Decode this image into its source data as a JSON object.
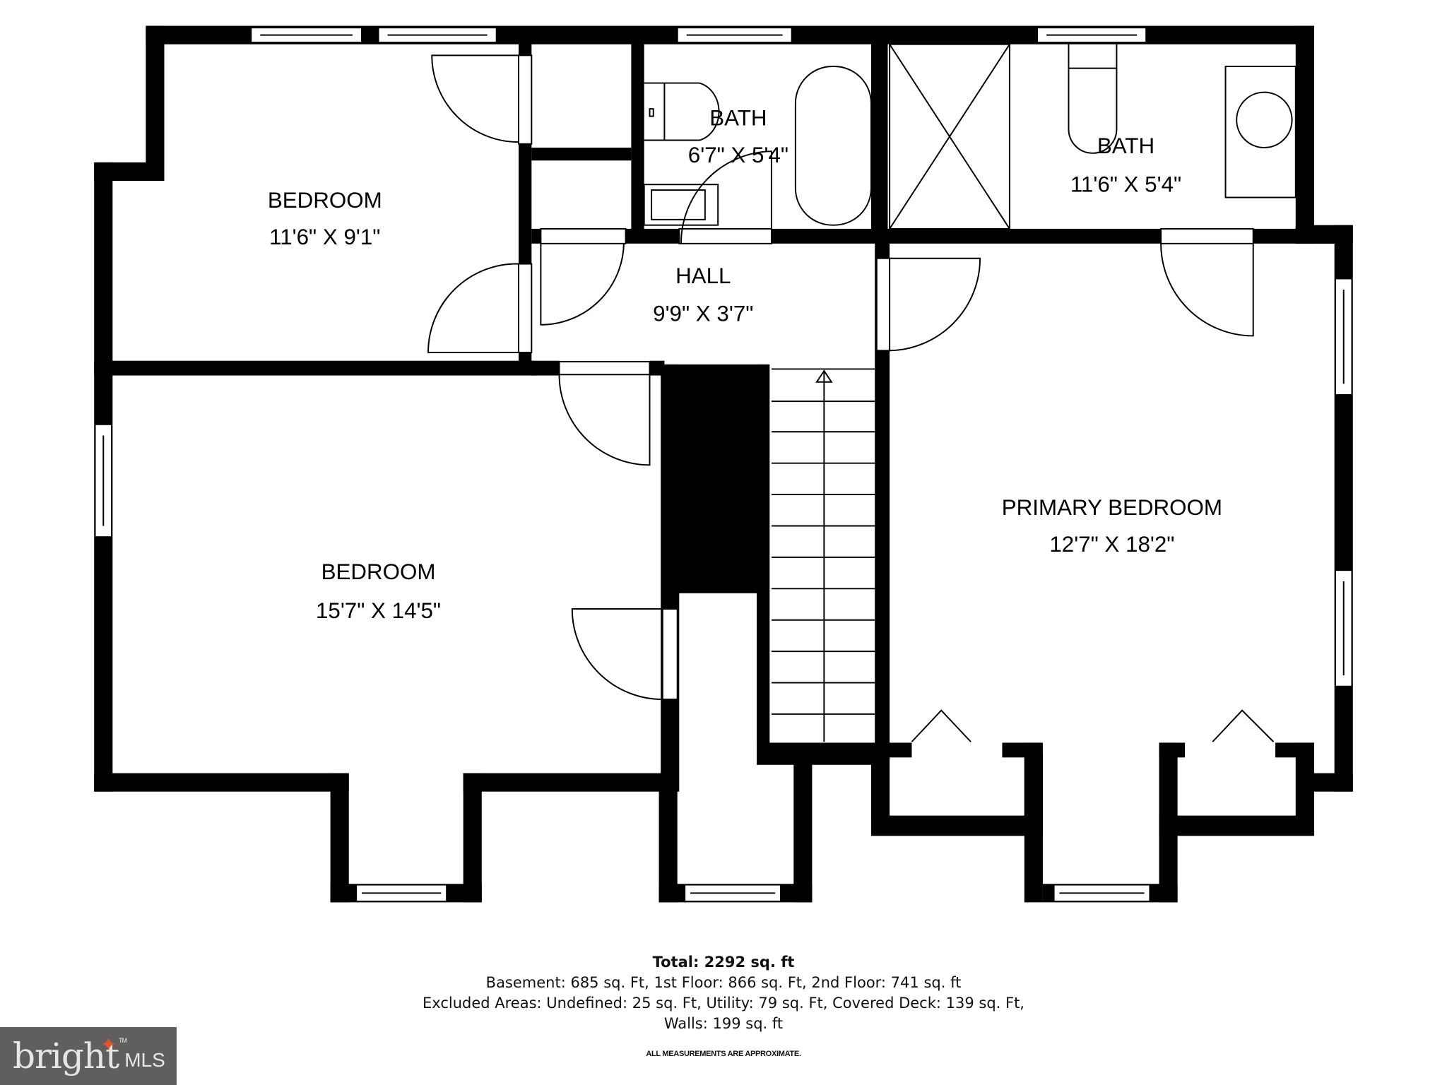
{
  "floor_plan": {
    "rooms": [
      {
        "id": "bedroom_nw",
        "name": "BEDROOM",
        "dimensions": "11'6\" X 9'1\""
      },
      {
        "id": "bath_small",
        "name": "BATH",
        "dimensions": "6'7\" X 5'4\""
      },
      {
        "id": "bath_large",
        "name": "BATH",
        "dimensions": "11'6\" X 5'4\""
      },
      {
        "id": "hall",
        "name": "HALL",
        "dimensions": "9'9\" X 3'7\""
      },
      {
        "id": "bedroom_sw",
        "name": "BEDROOM",
        "dimensions": "15'7\" X 14'5\""
      },
      {
        "id": "primary_bedroom",
        "name": "PRIMARY BEDROOM",
        "dimensions": "12'7\" X 18'2\""
      }
    ],
    "wall_color": "#000000",
    "background_color": "#ffffff"
  },
  "summary": {
    "total": "Total: 2292 sq. ft",
    "line1": "Basement: 685 sq. Ft, 1st Floor: 866 sq. Ft, 2nd Floor: 741 sq. ft",
    "line2": "Excluded Areas: Undefined: 25 sq. Ft, Utility: 79 sq. Ft, Covered Deck: 139 sq. Ft,",
    "line3": "Walls: 199 sq. ft",
    "disclaimer": "ALL MEASUREMENTS ARE APPROXIMATE."
  },
  "logo": {
    "word": "bright",
    "suffix": "MLS",
    "trademark": "TM",
    "background": "#5f5f5f",
    "accent": "#e2542d"
  }
}
